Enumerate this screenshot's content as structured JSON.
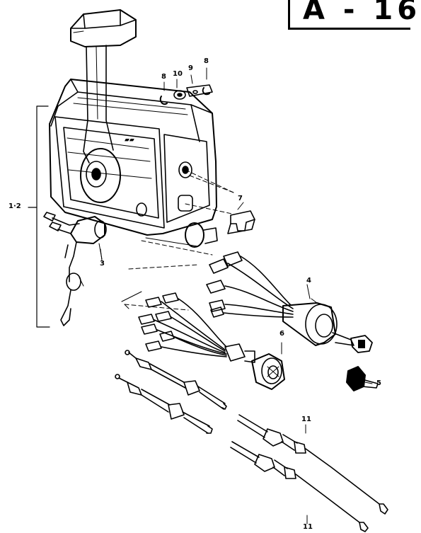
{
  "figure_id": "A - 16",
  "callouts": {
    "c1_2": "1·2",
    "c3": "3",
    "c4": "4",
    "c5": "5",
    "c6": "6",
    "c7": "7",
    "c8a": "8",
    "c8b": "8",
    "c9": "9",
    "c10": "10",
    "c11a": "11",
    "c11b": "11"
  }
}
